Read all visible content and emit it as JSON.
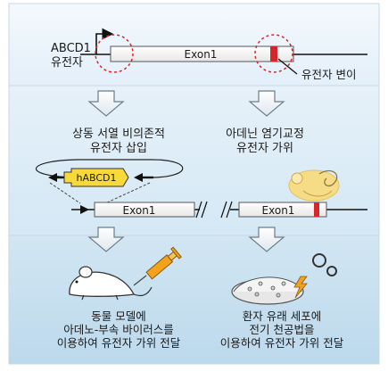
{
  "top": {
    "gene_label_line1": "ABCD1",
    "gene_label_line2": "유전자",
    "exon_label": "Exon1",
    "mutation_label": "유전자 변이"
  },
  "middle": {
    "left_caption_line1": "상동 서열 비의존적",
    "left_caption_line2": "유전자 삽입",
    "insert_label": "hABCD1",
    "left_exon_label": "Exon1",
    "right_caption_line1": "아데닌 염기교정",
    "right_caption_line2": "유전자 가위",
    "right_exon_label": "Exon1"
  },
  "bottom": {
    "left_caption_line1": "동물 모델에",
    "left_caption_line2": "아데노-부속 바이러스를",
    "left_caption_line3": "이용하여 유전자 가위 전달",
    "right_caption_line1": "환자 유래 세포에",
    "right_caption_line2": "전기 천공법을",
    "right_caption_line3": "이용하여 유전자 가위 전달"
  },
  "colors": {
    "panel_top": "#e9f3fb",
    "panel_mid": "#d7eaf6",
    "panel_bottom": "#c3ddef",
    "mutation_red": "#d7262b",
    "insert_yellow": "#f7d93a",
    "editor_yellow": "#f6dc86",
    "syringe_orange": "#f2a31b"
  }
}
